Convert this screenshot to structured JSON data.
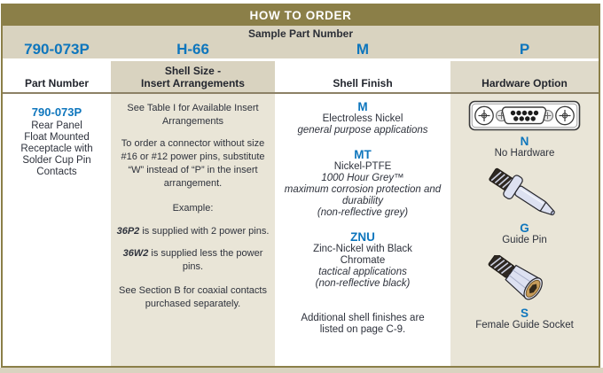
{
  "colors": {
    "olive": "#8b7f48",
    "tan_band": "#d9d3c0",
    "cream_panel": "#e9e5d7",
    "accent_blue": "#0e76bd",
    "text_dark": "#2e323c"
  },
  "title": "HOW TO ORDER",
  "sample": {
    "label": "Sample Part Number",
    "codes": {
      "part": "790-073P",
      "shell_size": "H-66",
      "finish": "M",
      "hardware": "P"
    }
  },
  "headers": {
    "part": "Part Number",
    "shell_size_line1": "Shell Size -",
    "shell_size_line2": "Insert Arrangements",
    "finish": "Shell Finish",
    "hardware": "Hardware Option"
  },
  "part_column": {
    "code": "790-073P",
    "description_lines": [
      "Rear Panel",
      "Float Mounted",
      "Receptacle with",
      "Solder Cup Pin",
      "Contacts"
    ]
  },
  "shell_column": {
    "intro": [
      "See Table I for Available Insert",
      "Arrangements"
    ],
    "substitute_note": [
      "To order a connector without size",
      "#16 or #12 power pins, substitute",
      "“W” instead of “P” in the insert",
      "arrangement."
    ],
    "example_label": "Example:",
    "example1_code": "36P2",
    "example1_text": " is supplied with 2 power pins.",
    "example2_code": "36W2",
    "example2_text": " is supplied less the power",
    "example2_text_line2": "pins.",
    "coax_note": [
      "See Section B for coaxial contacts",
      "purchased separately."
    ]
  },
  "finish_column": {
    "options": [
      {
        "code": "M",
        "name": "Electroless Nickel",
        "notes": [
          "general purpose applications"
        ]
      },
      {
        "code": "MT",
        "name": "Nickel-PTFE",
        "notes": [
          "1000 Hour Grey™",
          "maximum corrosion protection and",
          "durability",
          "(non-reflective grey)"
        ]
      },
      {
        "code": "ZNU",
        "name": "Zinc-Nickel with Black",
        "name_line2": "Chromate",
        "notes": [
          "tactical applications",
          "(non-reflective black)"
        ]
      }
    ],
    "footer": [
      "Additional shell finishes are",
      "listed on page C-9."
    ]
  },
  "hardware_column": {
    "options": [
      {
        "code": "N",
        "label": "No Hardware",
        "icon": "dsub-connector-icon"
      },
      {
        "code": "G",
        "label": "Guide Pin",
        "icon": "guide-pin-icon"
      },
      {
        "code": "S",
        "label": "Female Guide Socket",
        "icon": "female-guide-socket-icon"
      }
    ]
  }
}
